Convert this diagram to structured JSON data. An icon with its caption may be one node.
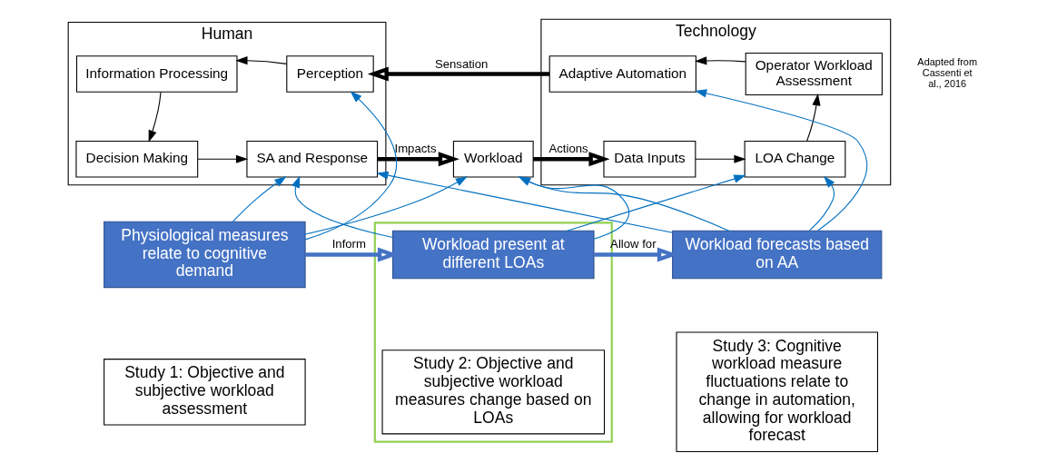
{
  "diagram": {
    "nodes": [
      {
        "text": [
          "Human"
        ]
      },
      {
        "text": [
          "Information Processing"
        ],
        "in": 0
      },
      {
        "text": [
          "Perception"
        ],
        "in": 0
      },
      {
        "text": [
          "Decision Making"
        ],
        "in": 0
      },
      {
        "text": [
          "SA and Response"
        ],
        "in": 0
      },
      {
        "text": [
          "Workload"
        ]
      },
      {
        "text": [
          "Technology"
        ]
      },
      {
        "text": [
          "Adaptive Automation"
        ],
        "in": 6
      },
      {
        "text": [
          "Operator Workload Assessment"
        ],
        "in": 6
      },
      {
        "text": [
          "Data Inputs"
        ],
        "in": 6
      },
      {
        "text": [
          "LOA Change"
        ],
        "in": 6
      },
      {
        "text": [
          "Physiological measures relate to cognitive demand"
        ]
      },
      {
        "text": [
          "Study 1: Objective and subjective workload assessment"
        ]
      },
      {
        "text": [],
        "shape": "box"
      },
      {
        "text": [
          "Workload present at different LOAs"
        ],
        "in": 13
      },
      {
        "text": [
          "Study 2: Objective and subjective workload measures change based on LOAs"
        ],
        "in": 13
      },
      {
        "text": [
          "Workload forecasts based on AA"
        ]
      },
      {
        "text": [
          "Study 3: Cognitive workload measure fluctuations relate to change in automation, allowing for workload forecast"
        ]
      }
    ],
    "edges": [
      {
        "from": 2,
        "to": 1,
        "arrow": "to",
        "color": "#000000"
      },
      {
        "from": 1,
        "to": 3,
        "arrow": "to",
        "color": "#000000"
      },
      {
        "from": 3,
        "to": 4,
        "arrow": "to",
        "color": "#000000"
      },
      {
        "from": 7,
        "to": 2,
        "arrow": "to",
        "label": "Sensation",
        "style": "thick",
        "color": "#000000"
      },
      {
        "from": 4,
        "to": 5,
        "arrow": "to",
        "label": "Impacts",
        "style": "thick",
        "color": "#000000"
      },
      {
        "from": 5,
        "to": 9,
        "arrow": "to",
        "label": "Actions",
        "style": "thick",
        "color": "#000000"
      },
      {
        "from": 8,
        "to": 7,
        "arrow": "to",
        "color": "#000000"
      },
      {
        "from": 9,
        "to": 10,
        "arrow": "to",
        "color": "#000000"
      },
      {
        "from": 10,
        "to": 8,
        "arrow": "to",
        "color": "#000000"
      },
      {
        "from": 11,
        "to": 2,
        "arrow": "to"
      },
      {
        "from": 11,
        "to": 4,
        "arrow": "to"
      },
      {
        "from": 11,
        "to": 5,
        "arrow": "to"
      },
      {
        "from": 14,
        "to": 4,
        "arrow": "to"
      },
      {
        "from": 14,
        "to": 5,
        "arrow": "to"
      },
      {
        "from": 14,
        "to": 10,
        "arrow": "to"
      },
      {
        "from": 16,
        "to": 4,
        "arrow": "to"
      },
      {
        "from": 16,
        "to": 5,
        "arrow": "to"
      },
      {
        "from": 16,
        "to": 7,
        "arrow": "to"
      },
      {
        "from": 16,
        "to": 10,
        "arrow": "to"
      },
      {
        "from": 11,
        "to": 14,
        "arrow": "to",
        "label": "Inform",
        "style": "thick",
        "color": "#4472c4"
      },
      {
        "from": 14,
        "to": 16,
        "arrow": "to",
        "label": "Allow for",
        "style": "thick",
        "color": "#4472c4"
      }
    ],
    "labels": [
      "Adapted from Cassenti et al., 2016"
    ]
  }
}
